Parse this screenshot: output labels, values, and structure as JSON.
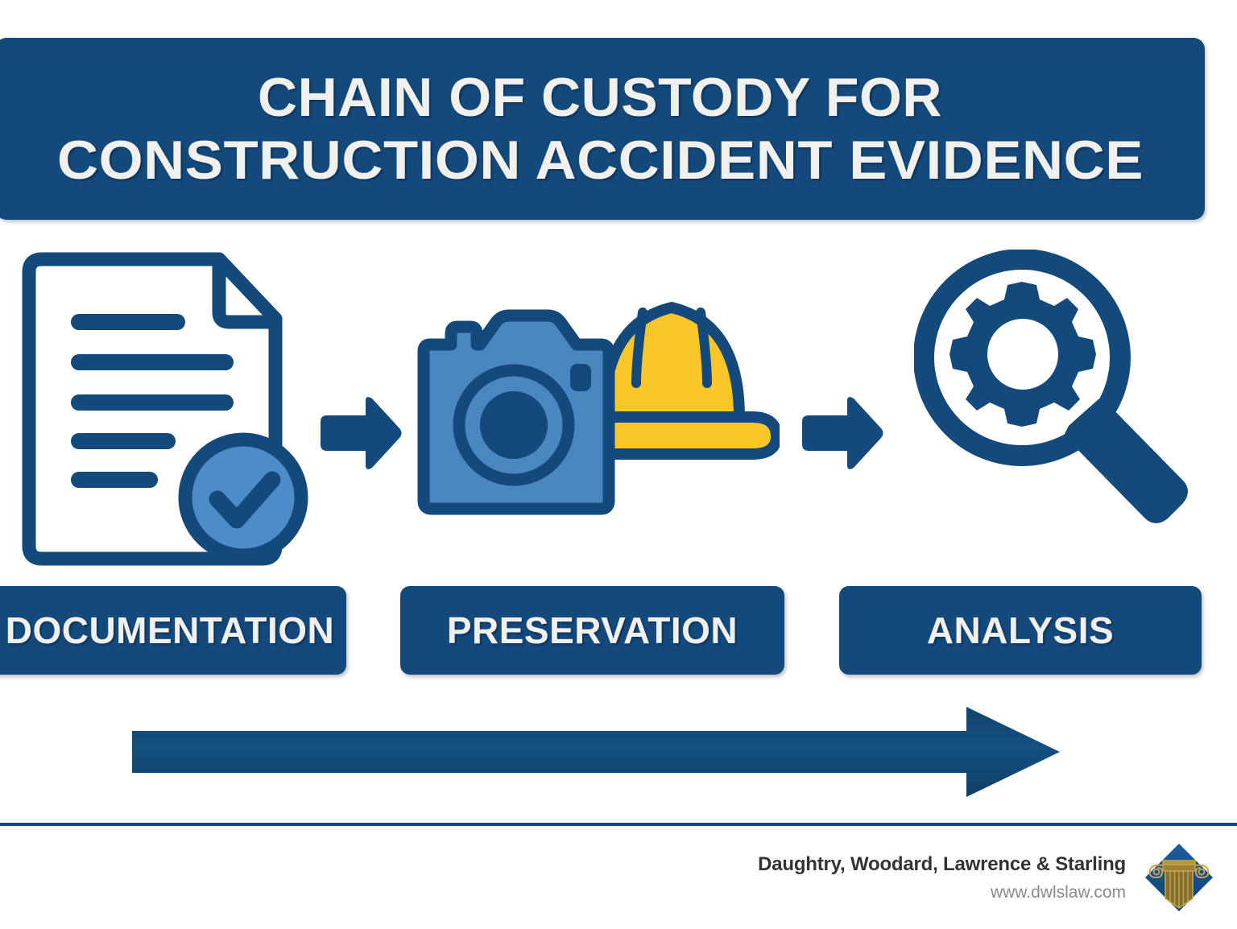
{
  "title": {
    "line1": "CHAIN OF CUSTODY FOR",
    "line2": "CONSTRUCTION ACCIDENT EVIDENCE"
  },
  "stages": [
    {
      "label": "DOCUMENTATION",
      "icon": "document-check-icon",
      "icon_colors": {
        "outline": "#14497c",
        "fill": "#ffffff",
        "badge": "#4d8bc9"
      }
    },
    {
      "label": "PRESERVATION",
      "icon": "camera-hardhat-icon",
      "icon_colors": {
        "outline": "#14497c",
        "camera_body": "#4a86c0",
        "hardhat": "#fbc62a"
      }
    },
    {
      "label": "ANALYSIS",
      "icon": "magnifier-gear-icon",
      "icon_colors": {
        "outline": "#14497c"
      }
    }
  ],
  "connectors": [
    {
      "icon": "arrow-right-icon"
    },
    {
      "icon": "arrow-right-icon"
    }
  ],
  "progress_arrow": {
    "icon": "long-arrow-right-icon",
    "direction": "right"
  },
  "footer": {
    "firm_name": "Daughtry, Woodard, Lawrence & Starling",
    "url": "www.dwlslaw.com",
    "logo": "ionic-column-diamond-logo"
  },
  "colors": {
    "brand_blue": "#14497c",
    "accent_blue": "#4a86c0",
    "hardhat_yellow": "#fbc62a",
    "title_text": "#f0f0ee",
    "background": "#ffffff",
    "footer_text": "#333333",
    "footer_url": "#8a8a8a",
    "logo_gold": "#c8a44a"
  }
}
